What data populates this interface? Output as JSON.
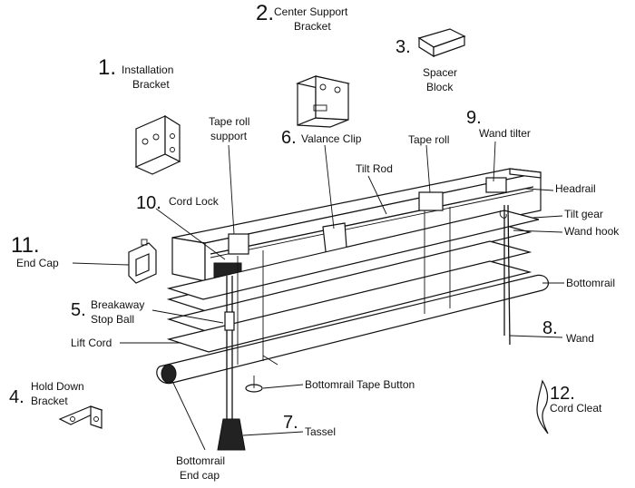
{
  "parts": [
    {
      "num": "1.",
      "name_lines": [
        "Installation",
        "Bracket"
      ]
    },
    {
      "num": "2.",
      "name_lines": [
        "Center Support",
        "Bracket"
      ]
    },
    {
      "num": "3.",
      "name_lines": [
        "Spacer",
        "Block"
      ]
    },
    {
      "num": "4.",
      "name_lines": [
        "Hold Down",
        "Bracket"
      ]
    },
    {
      "num": "5.",
      "name_lines": [
        "Breakaway",
        "Stop Ball"
      ]
    },
    {
      "num": "6.",
      "name_lines": [
        "Valance Clip"
      ]
    },
    {
      "num": "7.",
      "name_lines": [
        "Tassel"
      ]
    },
    {
      "num": "8.",
      "name_lines": [
        "Wand"
      ]
    },
    {
      "num": "9.",
      "name_lines": [
        "Wand tilter"
      ]
    },
    {
      "num": "10.",
      "name_lines": [
        "Cord Lock"
      ]
    },
    {
      "num": "11.",
      "name_lines": [
        "End Cap"
      ]
    },
    {
      "num": "12.",
      "name_lines": [
        "Cord Cleat"
      ]
    }
  ],
  "callouts": {
    "tape_roll_support": [
      "Tape roll",
      "support"
    ],
    "tape_roll": "Tape roll",
    "tilt_rod": "Tilt Rod",
    "headrail": "Headrail",
    "tilt_gear": "Tilt gear",
    "wand_hook": "Wand hook",
    "bottomrail": "Bottomrail",
    "lift_cord": "Lift Cord",
    "bottomrail_tape_button": "Bottomrail Tape Button",
    "bottomrail_end_cap": [
      "Bottomrail",
      "End cap"
    ]
  }
}
